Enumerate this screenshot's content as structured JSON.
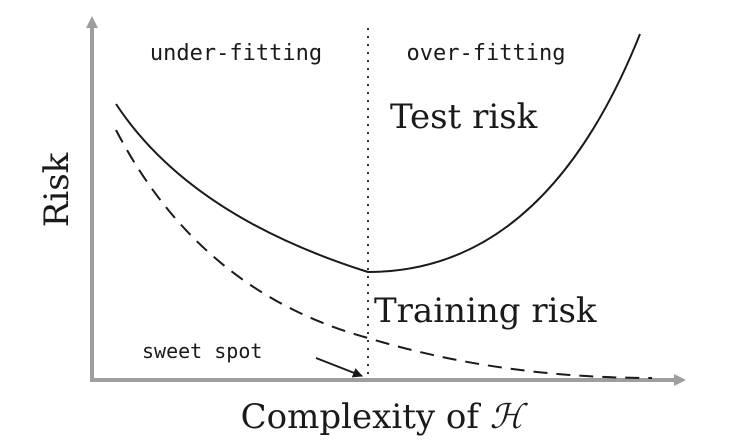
{
  "diagram": {
    "regions": {
      "left": "under-fitting",
      "right": "over-fitting"
    },
    "y_axis_label": "Risk",
    "x_axis_label_text": "Complexity of ",
    "x_axis_label_symbol": "ℋ",
    "curves": {
      "test": {
        "label": "Test risk",
        "style": "solid"
      },
      "training": {
        "label": "Training risk",
        "style": "dashed"
      }
    },
    "annotation": "sweet spot",
    "colors": {
      "axis": "#9e9e9e",
      "curve": "#1a1a1a",
      "divider": "#333333",
      "background": "#ffffff"
    }
  }
}
